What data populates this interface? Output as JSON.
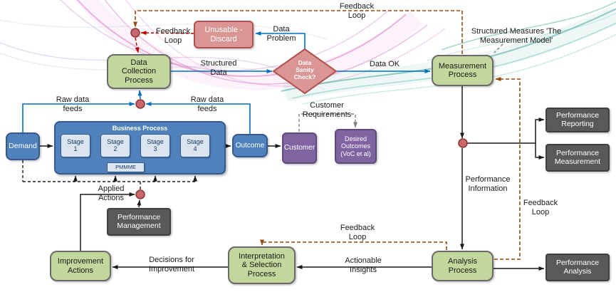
{
  "nodes": {
    "unusable": {
      "label": "Unusable - Discard"
    },
    "data_collection": {
      "label": "Data Collection Process"
    },
    "sanity_check": {
      "label": "Data Sanity Check?"
    },
    "measurement": {
      "label": "Measurement Process"
    },
    "demand": {
      "label": "Demand"
    },
    "business_process": {
      "title": "Business Process",
      "stages": [
        "Stage 1",
        "Stage 2",
        "Stage 3",
        "Stage 4"
      ],
      "pmmme": "PMMME"
    },
    "outcome": {
      "label": "Outcome"
    },
    "customer": {
      "label": "Customer"
    },
    "desired_outcomes": {
      "label": "Desired Outcomes (VoC et al)"
    },
    "performance_reporting": {
      "label": "Performance Reporting"
    },
    "performance_measurement": {
      "label": "Performance Measurement"
    },
    "performance_management": {
      "label": "Performance Management"
    },
    "improvement_actions": {
      "label": "Improvement Actions"
    },
    "interpretation_selection": {
      "label": "Interpretation & Selection Process"
    },
    "analysis": {
      "label": "Analysis Process"
    },
    "performance_analysis": {
      "label": "Performance Analysis"
    }
  },
  "labels": {
    "feedback_loop_top": "Feedback Loop",
    "feedback_loop_discard": "Feedback Loop",
    "data_problem": "Data Problem",
    "structured_data": "Structured Data",
    "data_ok": "Data OK",
    "structured_measures": "Structured Measures 'The Measurement Model'",
    "raw_data_feeds_left": "Raw data feeds",
    "raw_data_feeds_right": "Raw data feeds",
    "customer_requirements": "Customer Requirements",
    "performance_information": "Performance Information",
    "feedback_loop_right": "Feedback Loop",
    "applied_actions": "Applied Actions",
    "decisions_for_improvement": "Decisions for Improvement",
    "feedback_loop_bottom": "Feedback Loop",
    "actionable_insights": "Actionable Insights"
  },
  "colors": {
    "process_green": "#c3d69b",
    "flow_blue": "#4f81bd",
    "stage_fill": "#dbe5f1",
    "alert_salmon": "#d99694",
    "purple": "#8064a2",
    "dark_gray": "#595959",
    "arrow_blue": "#0070c0",
    "arrow_red": "#c00000",
    "feedback_brown": "#974706",
    "connector_dot": "#c9686c"
  }
}
